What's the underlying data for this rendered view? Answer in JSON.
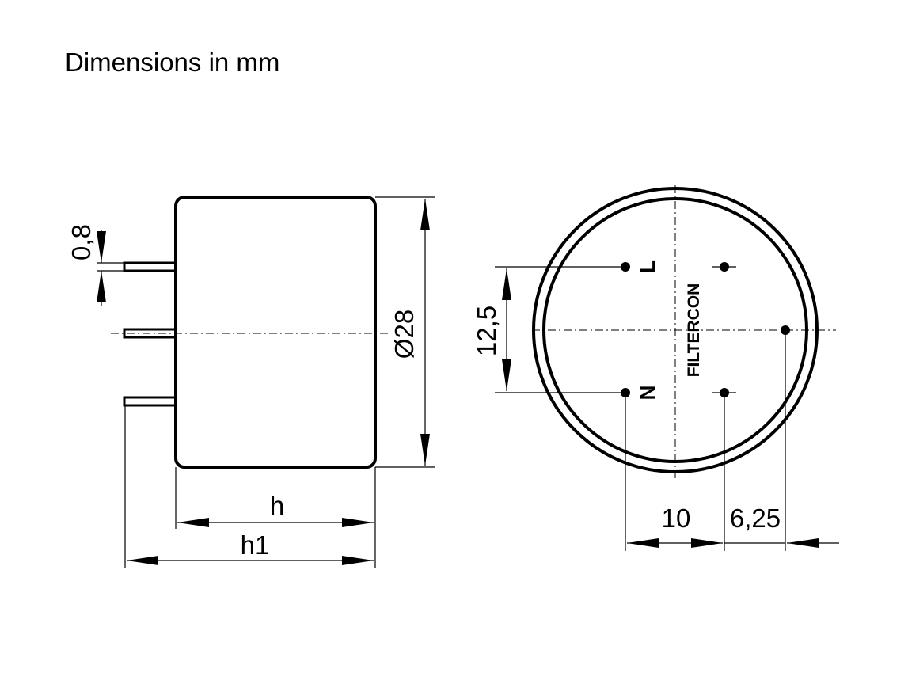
{
  "title": "Dimensions in mm",
  "dimensions": {
    "pin_diameter": "0,8",
    "body_diameter": "Ø28",
    "height": "h",
    "height_total": "h1",
    "pin_spacing_vertical": "12,5",
    "pin_spacing_horizontal": "10",
    "pin_offset": "6,25"
  },
  "markings": {
    "line_terminal": "L",
    "neutral_terminal": "N",
    "brand": "FILTERCON"
  }
}
